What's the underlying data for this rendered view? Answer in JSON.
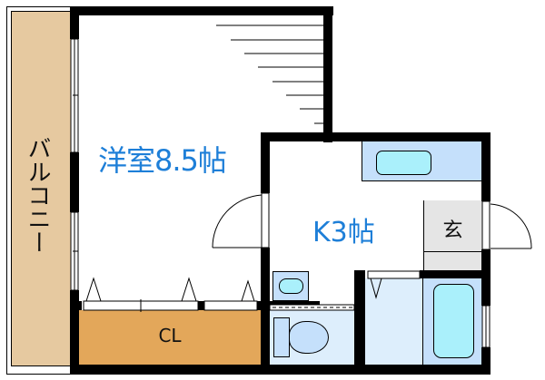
{
  "floorplan": {
    "rooms": {
      "western_room": {
        "label": "洋室8.5帖",
        "color": "#ffffff"
      },
      "kitchen": {
        "label": "K3帖",
        "color": "#ffffff"
      },
      "entrance": {
        "label": "玄",
        "color": "#e5e5e5"
      },
      "closet": {
        "label": "CL",
        "color": "#e3a75a"
      },
      "balcony": {
        "label": "バルコニー",
        "color": "#e6c9a0"
      },
      "toilet": {
        "color": "#ddeefc"
      },
      "washroom": {
        "color": "#ddeefc"
      },
      "bathroom": {
        "color": "#c5e0fb"
      }
    },
    "colors": {
      "wall": "#000000",
      "label_blue": "#1e7fd8",
      "fixture_blue": "#c5e0fb",
      "fixture_cyan": "#aaf0fb"
    }
  }
}
